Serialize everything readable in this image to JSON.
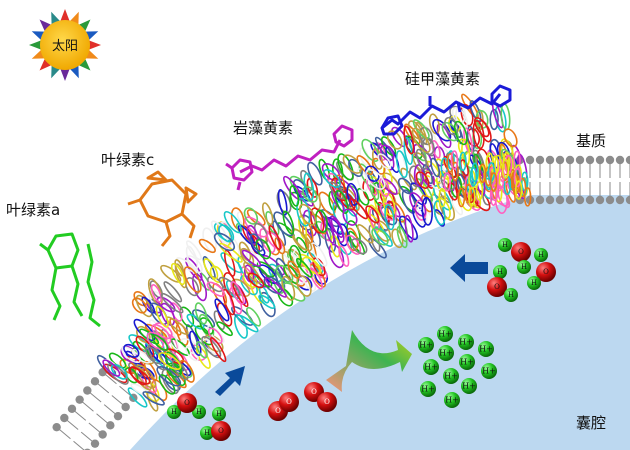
{
  "labels": {
    "sun": "太阳",
    "diadinoxanthin": "硅甲藻黄素",
    "fucoxanthin": "岩藻黄素",
    "chlorophyll_c": "叶绿素c",
    "chlorophyll_a": "叶绿素a",
    "stroma": "基质",
    "lumen": "囊腔"
  },
  "atoms": {
    "proton": "H+",
    "hydrogen": "H",
    "oxygen": "O"
  },
  "colors": {
    "lumen": "#bcd8f0",
    "proton_sphere": "#22c422",
    "oxygen_sphere": "#d40f0f",
    "arrow_blue": "#0a4a9a",
    "lipid": "#8c8c8c",
    "sun": "#f7b500"
  }
}
